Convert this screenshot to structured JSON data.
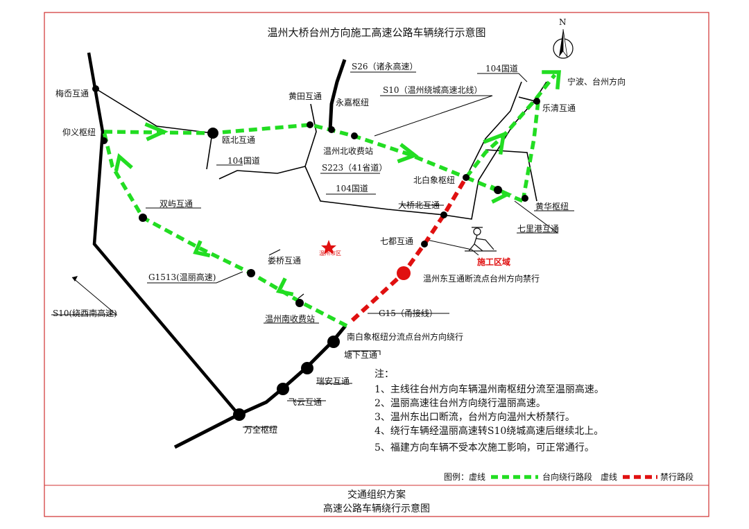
{
  "title": "温州大桥台州方向施工高速公路车辆绕行示意图",
  "north": "N",
  "colors": {
    "detour": "#22dd22",
    "closed": "#e01010",
    "frame": "#d03030",
    "road": "#000000"
  },
  "labels": {
    "meiao": "梅岙互通",
    "yangyi": "仰义枢纽",
    "oubei": "瓯北互通",
    "huangtian": "黄田互通",
    "s26": "S26（诸永高速）",
    "yongjia": "永嘉枢纽",
    "s10north": "S10（温州绕城高速北线）",
    "wzbei": "温州北收费站",
    "g104a": "104国道",
    "s223": "S223（41省道）",
    "g104b": "104国道",
    "g104c": "104国道",
    "ningbo": "宁波、台州方向",
    "yueqing": "乐清互通",
    "beibaixiang": "北白象枢纽",
    "huanghua": "黄华枢纽",
    "qiliGang": "七里港互通",
    "daqiaobei": "大桥北互通",
    "qidu": "七都互通",
    "construction": "施工区域",
    "wzcity": "温州市区",
    "wzdong": "温州东互通断流点台州方向禁行",
    "shuangyu": "双屿互通",
    "louqiao": "娄桥互通",
    "g1513": "G1513(温丽高速)",
    "s10west": "S10(绕西南高速)",
    "wznan": "温州南收费站",
    "g15": "G15（甬接线）",
    "nanbaixiang": "南白象枢纽分流点台州方向绕行",
    "tangxia": "塘下互通",
    "ruian": "瑞安互通",
    "feiyun": "飞云互通",
    "wanquan": "万全枢纽"
  },
  "notes": {
    "heading": "注：",
    "items": [
      "1、主线往台州方向车辆温州南枢纽分流至温丽高速。",
      "2、温丽高速往台州方向绕行温丽高速。",
      "3、温州东出口断流，台州方向温州大桥禁行。",
      "4、绕行车辆经温丽高速转S10绕城高速后继续北上。",
      "5、福建方向车辆不受本次施工影响，可正常通行。"
    ]
  },
  "legend": {
    "prefix": "图例：虚线",
    "green_label": "台向绕行路段",
    "mid": "虚线",
    "red_label": "禁行路段"
  },
  "footer": {
    "line1": "交通组织方案",
    "line2": "高速公路车辆绕行示意图"
  }
}
